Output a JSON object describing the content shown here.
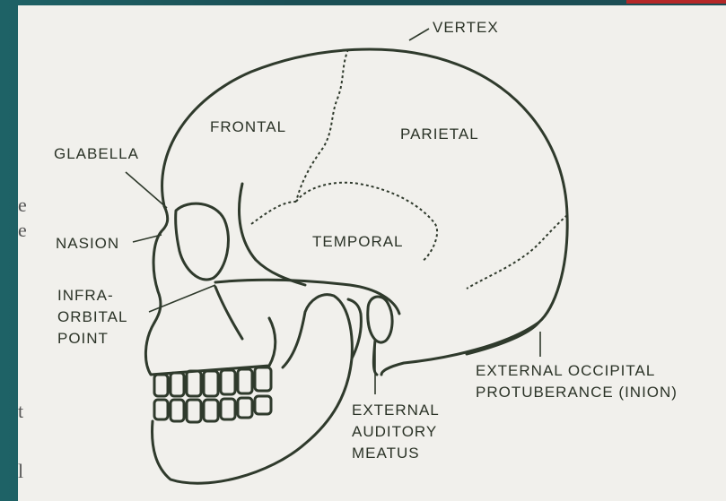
{
  "diagram": {
    "labels": {
      "vertex": "VERTEX",
      "frontal": "FRONTAL",
      "parietal": "PARIETAL",
      "glabella": "GLABELLA",
      "temporal": "TEMPORAL",
      "nasion": "NASION",
      "infra_orbital": [
        "INFRA-",
        "ORBITAL",
        "POINT"
      ],
      "external_occipital": [
        "EXTERNAL OCCIPITAL",
        "PROTUBERANCE (INION)"
      ],
      "external_auditory": [
        "EXTERNAL",
        "AUDITORY",
        "MEATUS"
      ]
    },
    "margin_glyphs": [
      "e",
      "e",
      "t",
      "l"
    ],
    "colors": {
      "ink": "#2f3a2c",
      "paper": "#f1f0ec",
      "accent_tab": "#b52828"
    }
  }
}
